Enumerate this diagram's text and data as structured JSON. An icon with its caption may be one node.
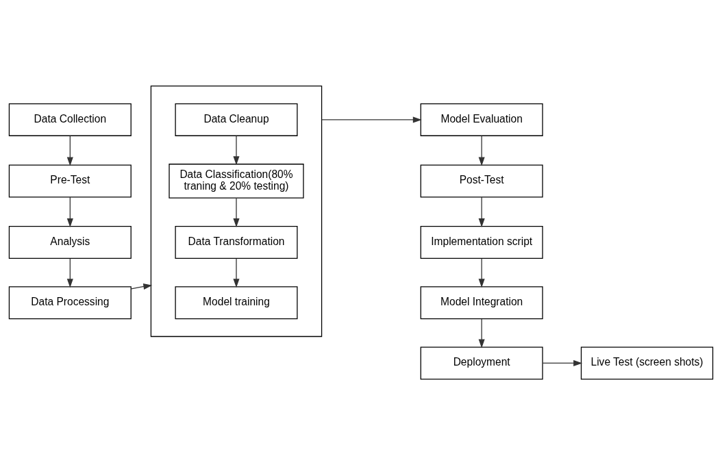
{
  "diagram": {
    "nodes": [
      {
        "text": [
          "Data Collection"
        ]
      },
      {
        "text": [
          "Pre-Test"
        ]
      },
      {
        "text": [
          "Analysis"
        ]
      },
      {
        "text": [
          "Data Processing"
        ]
      },
      {
        "text": [],
        "shape": "box"
      },
      {
        "text": [
          "Data Cleanup"
        ],
        "in": 4
      },
      {
        "text": [
          "Data Classification(80% traning & 20% testing)"
        ],
        "in": 4
      },
      {
        "text": [
          "Data Transformation"
        ],
        "in": 4
      },
      {
        "text": [
          "Model training"
        ],
        "in": 4
      },
      {
        "text": [
          "Model Evaluation"
        ]
      },
      {
        "text": [
          "Post-Test"
        ]
      },
      {
        "text": [
          "Implementation script"
        ]
      },
      {
        "text": [
          "Model Integration"
        ]
      },
      {
        "text": [
          "Deployment"
        ]
      },
      {
        "text": [
          "Live Test (screen shots)"
        ]
      }
    ],
    "edges": [
      {
        "from": 0,
        "to": 1,
        "arrow": "to"
      },
      {
        "from": 1,
        "to": 2,
        "arrow": "to"
      },
      {
        "from": 2,
        "to": 3,
        "arrow": "to"
      },
      {
        "from": 3,
        "to": 4,
        "arrow": "to"
      },
      {
        "from": 5,
        "to": 6,
        "arrow": "to"
      },
      {
        "from": 6,
        "to": 7,
        "arrow": "to"
      },
      {
        "from": 7,
        "to": 8,
        "arrow": "to"
      },
      {
        "from": 4,
        "to": 9,
        "arrow": "to"
      },
      {
        "from": 9,
        "to": 10,
        "arrow": "to"
      },
      {
        "from": 10,
        "to": 11,
        "arrow": "to"
      },
      {
        "from": 11,
        "to": 12,
        "arrow": "to"
      },
      {
        "from": 12,
        "to": 13,
        "arrow": "to"
      },
      {
        "from": 13,
        "to": 14,
        "arrow": "to"
      }
    ]
  }
}
